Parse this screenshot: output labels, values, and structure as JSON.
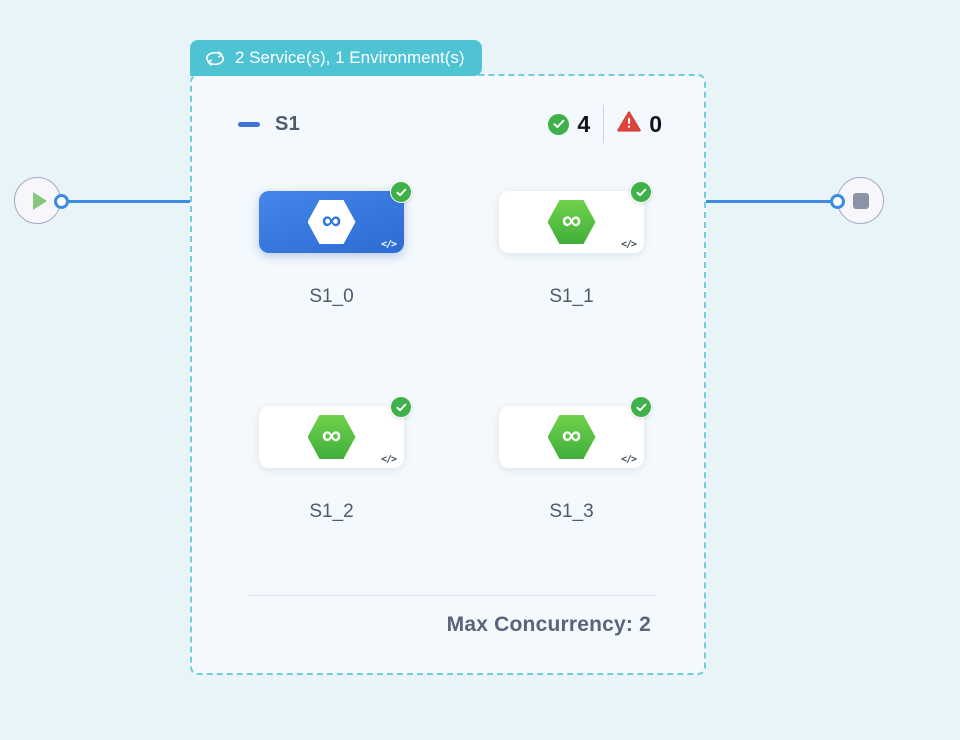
{
  "badge": {
    "label": "2 Service(s), 1 Environment(s)"
  },
  "stage": {
    "name": "S1",
    "success_count": "4",
    "error_count": "0",
    "max_concurrency": "Max Concurrency: 2",
    "services": [
      {
        "id": "S1_0",
        "selected": true
      },
      {
        "id": "S1_1",
        "selected": false
      },
      {
        "id": "S1_2",
        "selected": false
      },
      {
        "id": "S1_3",
        "selected": false
      }
    ]
  },
  "icons": {
    "code": "</>",
    "infinity": "∞"
  },
  "colors": {
    "badge_bg": "#4ec3d3",
    "dashed_border": "#72ccdb",
    "edge_blue": "#3e8be4",
    "success_green": "#3fb14a",
    "error_red": "#d9453c",
    "selected_blue": "#2f6fd6"
  }
}
